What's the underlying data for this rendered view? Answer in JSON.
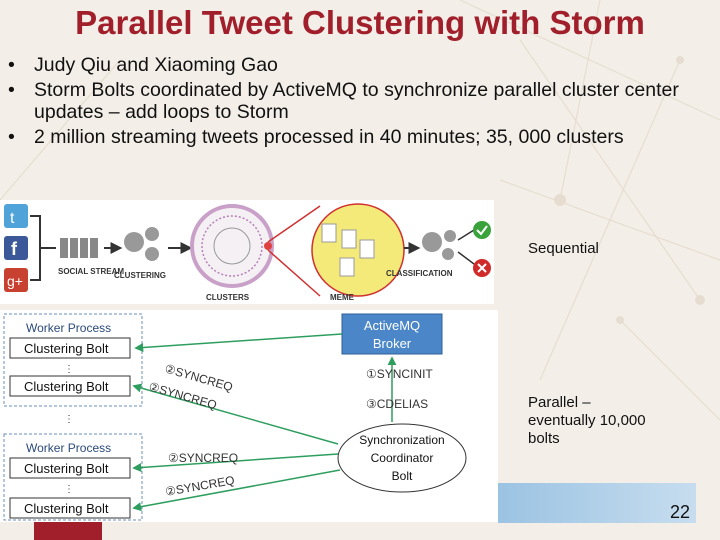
{
  "slide": {
    "title": "Parallel Tweet Clustering with Storm",
    "bullets": [
      "Judy Qiu and Xiaoming Gao",
      "Storm Bolts coordinated by ActiveMQ to synchronize parallel cluster center updates – add loops to Storm",
      "2 million streaming tweets processed in 40 minutes; 35, 000 clusters"
    ],
    "bullet_glyph": "•",
    "label_sequential": "Sequential",
    "label_parallel": "Parallel – eventually 10,000 bolts",
    "page_number": "22"
  },
  "top_figure": {
    "social_stream": "SOCIAL STREAM",
    "clustering": "CLUSTERING",
    "clusters": "CLUSTERS",
    "meme": "MEME",
    "classification": "CLASSIFICATION",
    "social_icons": [
      "twitter-icon",
      "facebook-icon",
      "google-plus-icon"
    ]
  },
  "bottom_figure": {
    "worker1_title": "Worker Process",
    "worker1_bolt1": "Clustering Bolt",
    "worker1_bolt2": "Clustering Bolt",
    "worker2_title": "Worker Process",
    "worker2_bolt1": "Clustering Bolt",
    "worker2_bolt2": "Clustering Bolt",
    "broker_line1": "ActiveMQ",
    "broker_line2": "Broker",
    "syncreq_1": "②SYNCREQ",
    "syncreq_2": "②SYNCREQ",
    "syncreq_3": "②SYNCREQ",
    "syncreq_4": "②SYNCREQ",
    "syncinit": "①SYNCINIT",
    "cdelias": "③CDELIAS",
    "coord_line1": "Synchronization",
    "coord_line2": "Coordinator",
    "coord_line3": "Bolt",
    "ellipsis": "⋮"
  },
  "colors": {
    "title": "#a11f2b",
    "broker": "#4a86c8",
    "arrow": "#2e9e5e",
    "background": "#f3efe8"
  }
}
